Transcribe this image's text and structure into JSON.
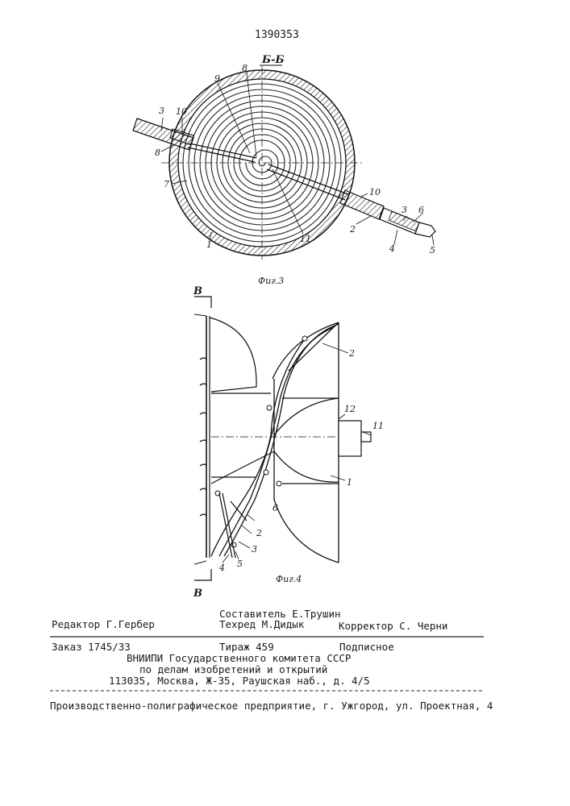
{
  "patent_number": "1390353",
  "fig3": {
    "section_label": "Б-Б",
    "caption": "Фиг.3",
    "labels": {
      "l1": "1",
      "l2": "2",
      "l3a": "3",
      "l3b": "3",
      "l4": "4",
      "l5": "5",
      "l6": "6",
      "l7": "7",
      "l8a": "8",
      "l8b": "8",
      "l9": "9",
      "l10a": "10",
      "l10b": "10",
      "l11": "11"
    }
  },
  "fig4": {
    "section_label_top": "В",
    "section_label_bottom": "В",
    "caption": "Фиг.4",
    "labels": {
      "l1": "1",
      "l2a": "2",
      "l2b": "2",
      "l3": "3",
      "l4": "4",
      "l5": "5",
      "l6": "6",
      "l11": "11",
      "l12": "12"
    }
  },
  "footer": {
    "compiler": "Составитель Е.Трушин",
    "editor": "Редактор Г.Гербер",
    "techred": "Техред М.Дидык",
    "corrector": "Корректор  С. Черни",
    "order": "Заказ 1745/33",
    "circulation": "Тираж 459",
    "subscription": "Подписное",
    "org1": "ВНИИПИ Государственного комитета СССР",
    "org2": "по делам изобретений и открытий",
    "address": "113035, Москва, Ж-35, Раушская наб., д. 4/5",
    "printer": "Производственно-полиграфическое предприятие, г. Ужгород, ул. Проектная, 4"
  }
}
